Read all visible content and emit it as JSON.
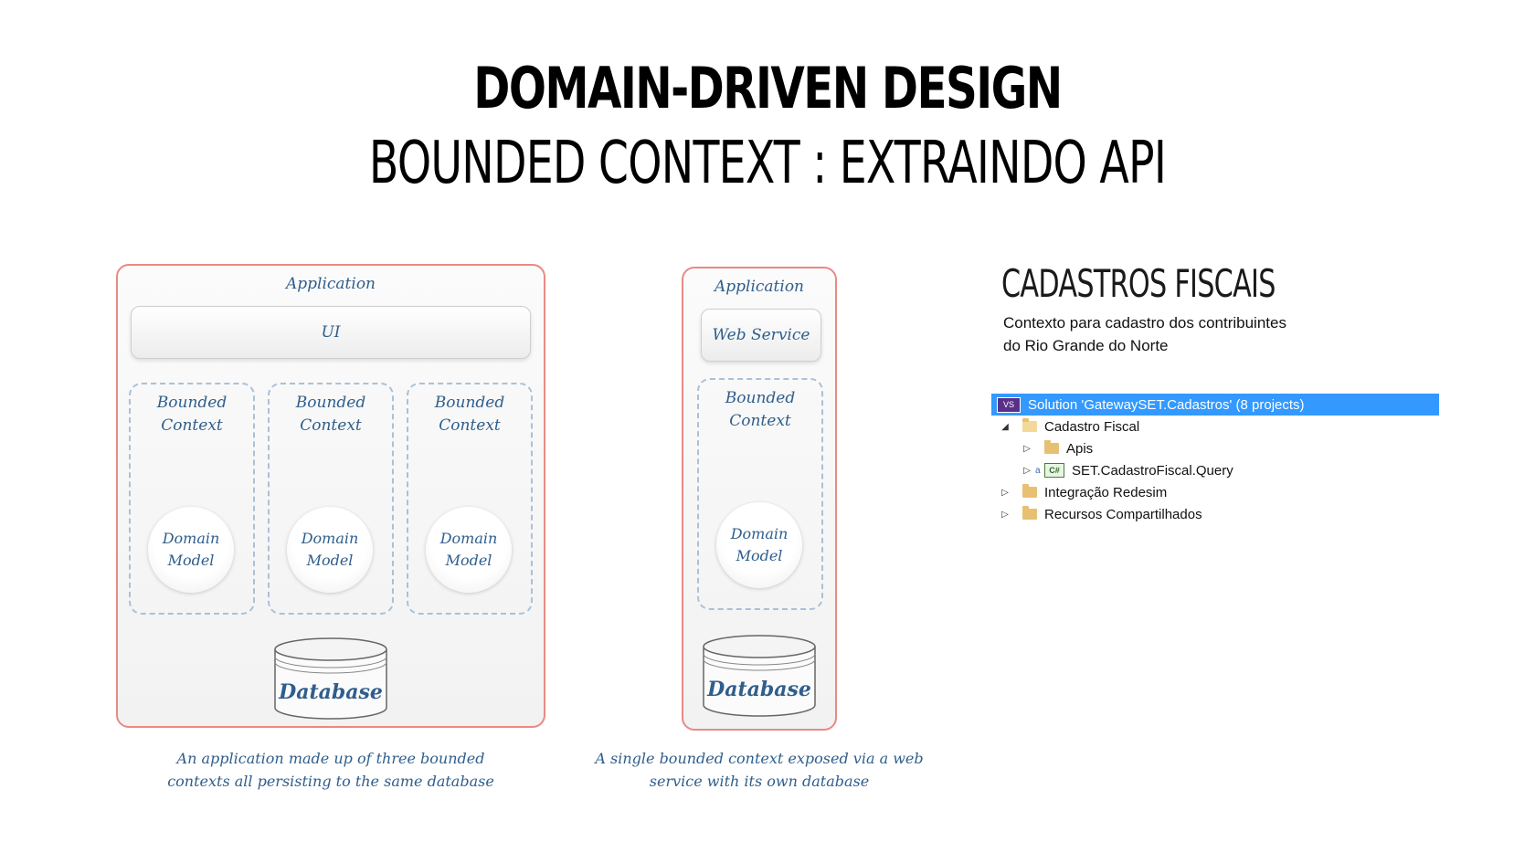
{
  "header": {
    "title": "DOMAIN-DRIVEN DESIGN",
    "subtitle": "BOUNDED CONTEXT : EXTRAINDO API"
  },
  "diagram_left": {
    "app_label": "Application",
    "ui_label": "UI",
    "bounded_contexts": [
      {
        "label_line1": "Bounded",
        "label_line2": "Context",
        "model_line1": "Domain",
        "model_line2": "Model"
      },
      {
        "label_line1": "Bounded",
        "label_line2": "Context",
        "model_line1": "Domain",
        "model_line2": "Model"
      },
      {
        "label_line1": "Bounded",
        "label_line2": "Context",
        "model_line1": "Domain",
        "model_line2": "Model"
      }
    ],
    "database_label": "Database",
    "caption_line1": "An application made up of three bounded",
    "caption_line2": "contexts all persisting to the same database"
  },
  "diagram_right": {
    "app_label": "Application",
    "service_label": "Web Service",
    "bounded_context": {
      "label_line1": "Bounded",
      "label_line2": "Context",
      "model_line1": "Domain",
      "model_line2": "Model"
    },
    "database_label": "Database",
    "caption_line1": "A single bounded context exposed via a web",
    "caption_line2": "service with its own database"
  },
  "section": {
    "title": "CADASTROS FISCAIS",
    "desc_line1": "Contexto para cadastro dos contribuintes",
    "desc_line2": "do Rio Grande do Norte"
  },
  "solution_tree": {
    "solution_label": "Solution 'GatewaySET.Cadastros' (8 projects)",
    "items": [
      {
        "label": "Cadastro Fiscal",
        "expanded": true
      },
      {
        "label": "Apis",
        "expanded": false
      },
      {
        "label": "SET.CadastroFiscal.Query",
        "expanded": false,
        "icon": "csharp-project-icon",
        "icon_text": "C#"
      },
      {
        "label": "Integração Redesim",
        "expanded": false
      },
      {
        "label": "Recursos Compartilhados",
        "expanded": false
      }
    ],
    "selection_color": "#3399ff"
  }
}
